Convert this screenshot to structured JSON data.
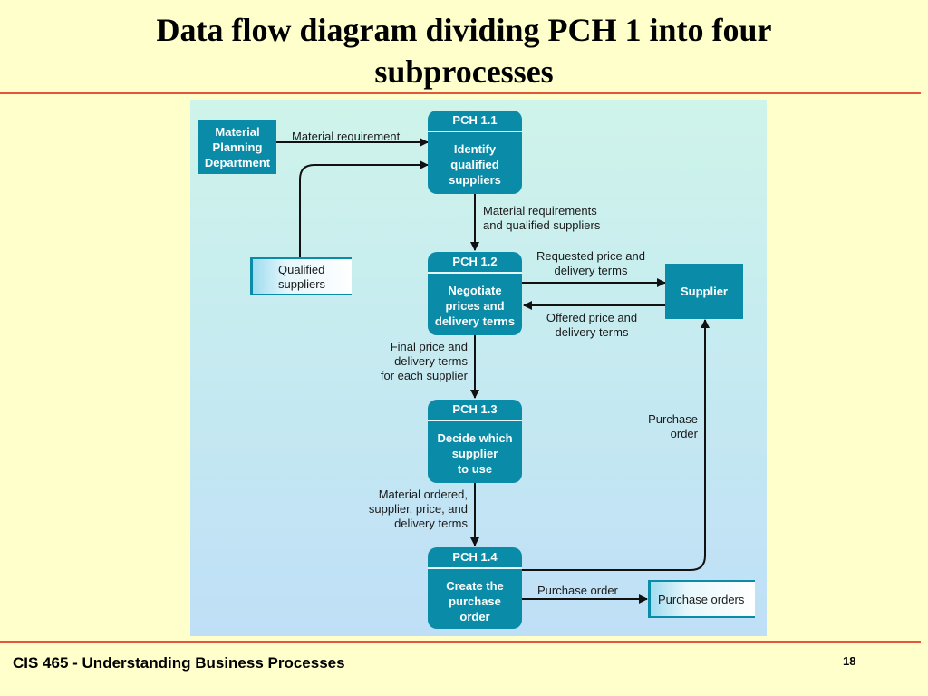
{
  "slide": {
    "title_line1": "Data flow diagram dividing PCH 1 into four",
    "title_line2": "subprocesses",
    "footer": "CIS 465 - Understanding Business Processes",
    "page_number": "18"
  },
  "diagram": {
    "entities": {
      "material_planning": "Material\nPlanning\nDepartment",
      "supplier": "Supplier"
    },
    "processes": [
      {
        "id": "PCH 1.1",
        "name": "Identify\nqualified\nsuppliers"
      },
      {
        "id": "PCH 1.2",
        "name": "Negotiate\nprices and\ndelivery terms"
      },
      {
        "id": "PCH 1.3",
        "name": "Decide which\nsupplier\nto use"
      },
      {
        "id": "PCH 1.4",
        "name": "Create the\npurchase\norder"
      }
    ],
    "stores": {
      "qualified_suppliers": "Qualified\nsuppliers",
      "purchase_orders": "Purchase orders"
    },
    "flows": {
      "material_requirement": "Material requirement",
      "reqs_and_suppliers": "Material requirements\nand qualified suppliers",
      "requested_terms": "Requested price and\ndelivery terms",
      "offered_terms": "Offered price and\ndelivery terms",
      "final_terms": "Final price and\ndelivery terms\nfor each supplier",
      "material_ordered": "Material ordered,\nsupplier, price, and\ndelivery terms",
      "purchase_order_to_supplier": "Purchase\norder",
      "purchase_order_to_store": "Purchase order"
    },
    "colors": {
      "process_fill": "#0A8BA8",
      "rule": "#E8553C",
      "background": "#FFFFCC"
    }
  }
}
